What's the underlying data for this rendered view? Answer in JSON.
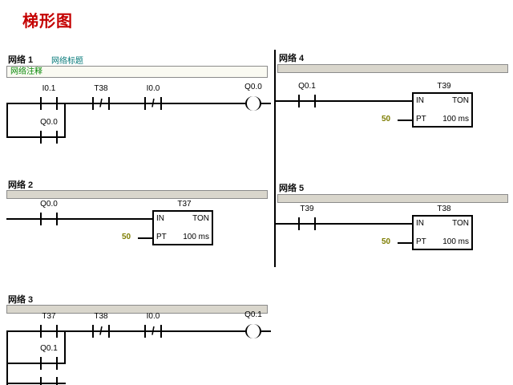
{
  "page": {
    "title": "梯形图"
  },
  "colors": {
    "heading": "#c40000",
    "network_title": "#067a7a",
    "comment": "#0a8a0a",
    "constant": "#7d7d00",
    "wire": "#000000",
    "field_bar": "#d9d6cc"
  },
  "networks": [
    {
      "label": "网络 1",
      "title": "网络标题",
      "comment": "网络注释",
      "contacts": [
        {
          "name": "I0.1",
          "slash": ""
        },
        {
          "name": "T38",
          "slash": "/"
        },
        {
          "name": "I0.0",
          "slash": "/"
        }
      ],
      "coil": {
        "name": "Q0.0"
      },
      "branch": {
        "name": "Q0.0",
        "slash": ""
      }
    },
    {
      "label": "网络 2",
      "contacts": [
        {
          "name": "Q0.0",
          "slash": ""
        }
      ],
      "timer": {
        "name": "T37",
        "in": "IN",
        "type": "TON",
        "pt": "PT",
        "preset": "50",
        "base": "100 ms"
      }
    },
    {
      "label": "网络 3",
      "contacts": [
        {
          "name": "T37",
          "slash": ""
        },
        {
          "name": "T38",
          "slash": "/"
        },
        {
          "name": "I0.0",
          "slash": "/"
        }
      ],
      "coil": {
        "name": "Q0.1"
      },
      "branch": {
        "name": "Q0.1",
        "slash": ""
      }
    },
    {
      "label": "网络 4",
      "contacts": [
        {
          "name": "Q0.1",
          "slash": ""
        }
      ],
      "timer": {
        "name": "T39",
        "in": "IN",
        "type": "TON",
        "pt": "PT",
        "preset": "50",
        "base": "100 ms"
      }
    },
    {
      "label": "网络 5",
      "contacts": [
        {
          "name": "T39",
          "slash": ""
        }
      ],
      "timer": {
        "name": "T38",
        "in": "IN",
        "type": "TON",
        "pt": "PT",
        "preset": "50",
        "base": "100 ms"
      }
    }
  ]
}
